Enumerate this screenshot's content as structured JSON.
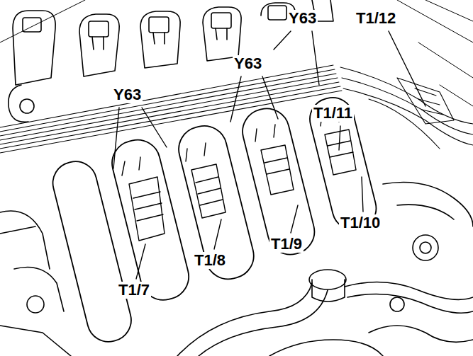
{
  "diagram": {
    "labels": [
      "Y63",
      "T1/12",
      "Y63",
      "Y63",
      "T1/11",
      "T1/10",
      "T1/9",
      "T1/8",
      "T1/7"
    ]
  }
}
